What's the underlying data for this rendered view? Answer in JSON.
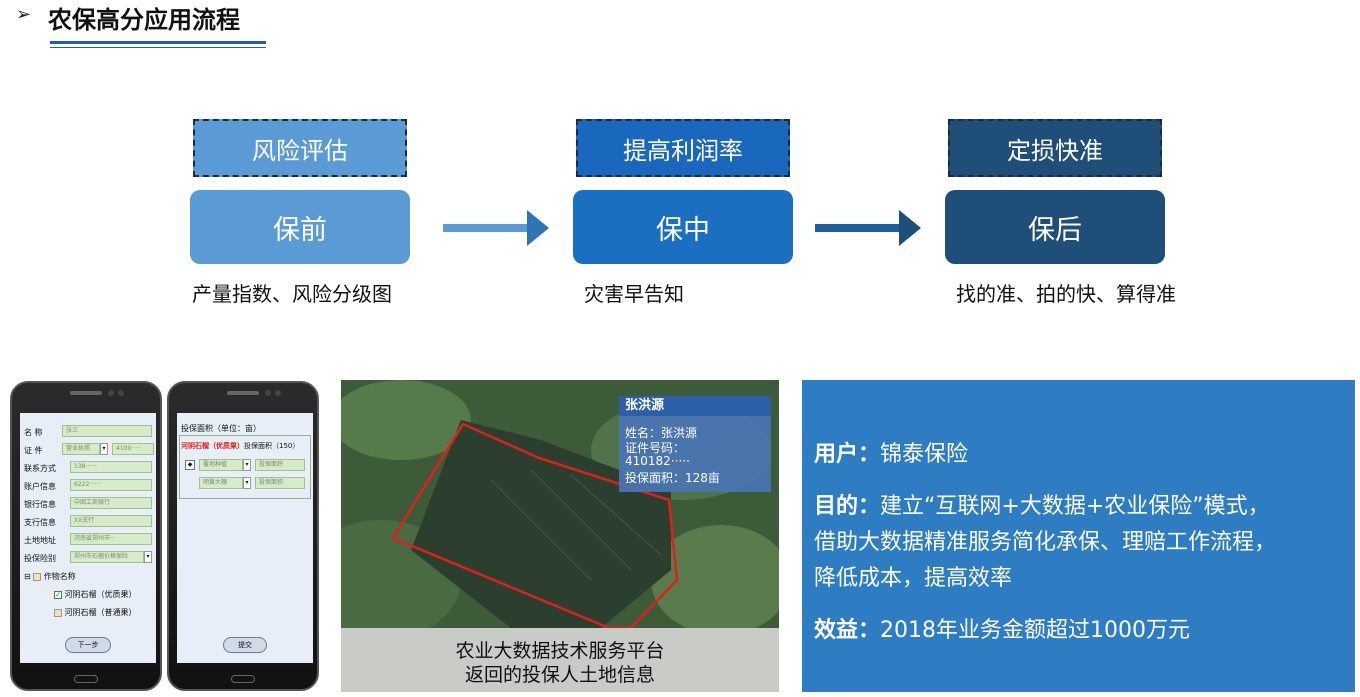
{
  "header": {
    "bullet": "➢",
    "title": "农保高分应用流程"
  },
  "flow": {
    "stages": [
      {
        "tag": "风险评估",
        "label": "保前",
        "desc": "产量指数、风险分级图",
        "tag_color": "#5b9bd5",
        "stage_color": "#5b9bd5"
      },
      {
        "tag": "提高利润率",
        "label": "保中",
        "desc": "灾害早告知",
        "tag_color": "#1a68bd",
        "stage_color": "#1a6fc1"
      },
      {
        "tag": "定损快准",
        "label": "保后",
        "desc": "找的准、拍的快、算得准",
        "tag_color": "#1f4e79",
        "stage_color": "#1f4e79"
      }
    ],
    "arrow_colors": [
      "#5b9bd5",
      "#1f5f9e"
    ]
  },
  "phone1": {
    "rows": [
      {
        "label": "名    称",
        "value": "张三"
      },
      {
        "label": "证    件",
        "value": "营业执照",
        "value2": "4100·····"
      },
      {
        "label": "联系方式",
        "value": "138······"
      },
      {
        "label": "账户信息",
        "value": "6222······"
      },
      {
        "label": "银行信息",
        "value": "中国工商银行"
      },
      {
        "label": "支行信息",
        "value": "XX支行"
      },
      {
        "label": "土地地址",
        "value": "河南省郑州市···"
      },
      {
        "label": "投保险别",
        "value": "郑州市石榴价格保险"
      }
    ],
    "tree_root": "作物名称",
    "tree_items": [
      "河阴石榴（优质果）",
      "河阴石榴（普通果）"
    ],
    "next_button": "下一步"
  },
  "phone2": {
    "header": "投保面积（单位：亩）",
    "crop_line": "河阴石榴（优质果）",
    "area_label": "投保面积（150）",
    "sub_rows": [
      {
        "a": "覆地种植",
        "b": "投保面积"
      },
      {
        "a": "明黄大棚",
        "b": "投保面积"
      }
    ],
    "submit_button": "提交"
  },
  "map": {
    "card_title": "张洪源",
    "card_lines": [
      "姓名：张洪源",
      "证件号码：",
      "410182·····",
      "投保面积：128亩"
    ],
    "caption_lines": [
      "农业大数据技术服务平台",
      "返回的投保人土地信息"
    ],
    "boundary_color": "#e0201c"
  },
  "panel": {
    "lines": [
      {
        "key": "用户：",
        "text": "锦泰保险"
      },
      {
        "key": "目的：",
        "text": "建立“互联网+大数据+农业保险”模式，"
      },
      {
        "key": "",
        "text": "借助大数据精准服务简化承保、理赔工作流程，"
      },
      {
        "key": "",
        "text": "降低成本，提高效率"
      },
      {
        "key": "效益：",
        "text": "2018年业务金额超过1000万元"
      }
    ]
  }
}
